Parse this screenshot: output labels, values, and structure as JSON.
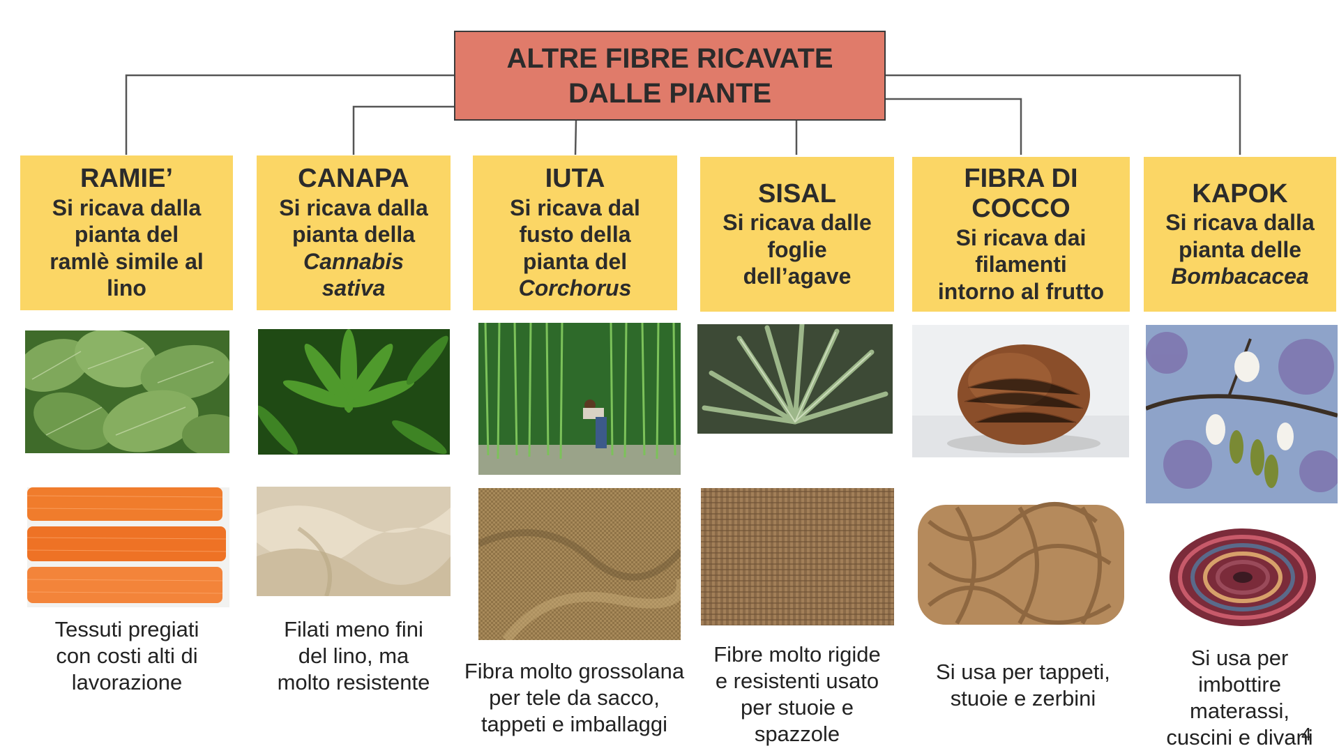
{
  "title": {
    "line1": "ALTRE FIBRE RICAVATE",
    "line2": "DALLE PIANTE"
  },
  "colors": {
    "title_bg": "#e07b6a",
    "card_bg": "#fbd665",
    "connector": "#555555"
  },
  "fibers": [
    {
      "name": "RAMIE’",
      "desc1": "Si ricava dalla",
      "desc2": "pianta del",
      "desc3": "ramlè simile al",
      "desc4": "lino",
      "plant_icon": "ramie-leaves-photo",
      "product_icon": "orange-fabric-photo",
      "caption1": "Tessuti pregiati",
      "caption2": "con costi alti di",
      "caption3": "lavorazione"
    },
    {
      "name": "CANAPA",
      "desc1": "Si ricava dalla",
      "desc2": "pianta della",
      "desc3": "Cannabis",
      "desc4": "sativa",
      "plant_icon": "hemp-leaves-photo",
      "product_icon": "hemp-cloth-photo",
      "caption1": "Filati meno fini",
      "caption2": "del lino, ma",
      "caption3": "molto resistente"
    },
    {
      "name": "IUTA",
      "desc1": "Si ricava dal",
      "desc2": "fusto della",
      "desc3": "pianta del",
      "desc4": "Corchorus",
      "plant_icon": "jute-field-photo",
      "product_icon": "burlap-photo",
      "caption1": "Fibra molto grossolana",
      "caption2": "per tele da sacco,",
      "caption3": "tappeti e imballaggi"
    },
    {
      "name": "SISAL",
      "desc1": "Si ricava dalle",
      "desc2": "foglie",
      "desc3": "dell’agave",
      "plant_icon": "agave-photo",
      "product_icon": "sisal-mat-photo",
      "caption1": "Fibre molto rigide",
      "caption2": "e resistenti usato",
      "caption3": "per stuoie e",
      "caption4": "spazzole"
    },
    {
      "name1": "FIBRA DI",
      "name2": "COCCO",
      "desc1": "Si ricava dai",
      "desc2": "filamenti",
      "desc3": "intorno al frutto",
      "plant_icon": "coconut-photo",
      "product_icon": "coir-doormat-photo",
      "caption1": "Si usa per tappeti,",
      "caption2": "stuoie e zerbini"
    },
    {
      "name": "KAPOK",
      "desc1": "Si ricava dalla",
      "desc2": "pianta delle",
      "desc3": "Bombacacea",
      "plant_icon": "kapok-tree-photo",
      "product_icon": "cushion-photo",
      "caption1": "Si usa per",
      "caption2": "imbottire",
      "caption3": "materassi,",
      "caption4": "cuscini e divani"
    }
  ],
  "page_number": "4"
}
